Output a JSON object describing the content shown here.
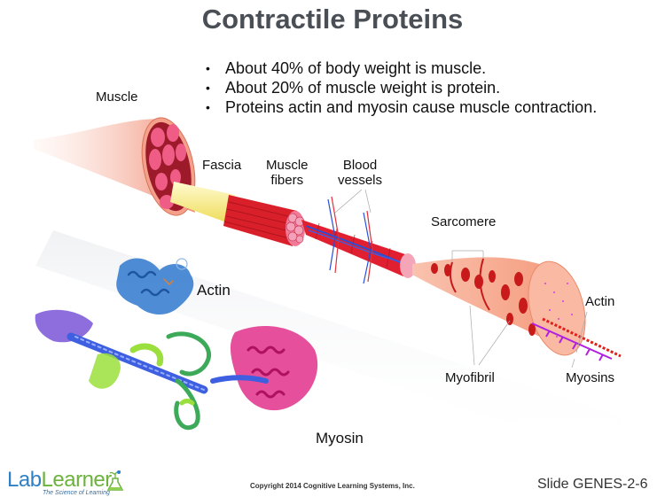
{
  "slide": {
    "title": "Contractile Proteins",
    "bullets": [
      "About 40% of body weight is muscle.",
      "About 20% of muscle weight is protein.",
      "Proteins actin and myosin cause muscle contraction."
    ],
    "bullet_glyph": "•"
  },
  "diagram": {
    "labels": {
      "muscle": "Muscle",
      "fascia": "Fascia",
      "muscle_fibers_line1": "Muscle",
      "muscle_fibers_line2": "fibers",
      "blood_vessels_line1": "Blood",
      "blood_vessels_line2": "vessels",
      "sarcomere": "Sarcomere",
      "actin_filament": "Actin",
      "myofibril": "Myofibril",
      "myosins": "Myosins"
    },
    "colors": {
      "muscle_sheath": "#f29a82",
      "muscle_bundle": "#e8476f",
      "fascia": "#f5ec8a",
      "fiber_red": "#d9202a",
      "vessel_blue": "#2a4fd6",
      "myofibril_peach": "#f7a888",
      "myosin_purple": "#b020e0"
    }
  },
  "proteins": {
    "actin_label": "Actin",
    "myosin_label": "Myosin",
    "actin_color": "#2f6fc0",
    "myosin_colors": [
      "#7a55d6",
      "#3d5fe0",
      "#9adf3c",
      "#3daa5a",
      "#e0308a"
    ]
  },
  "footer": {
    "logo_lab": "Lab",
    "logo_learner": "Learner",
    "logo_tagline": "The Science of Learning",
    "copyright": "Copyright 2014 Cognitive Learning Systems, Inc.",
    "slide_number": "Slide GENES-2-6"
  }
}
